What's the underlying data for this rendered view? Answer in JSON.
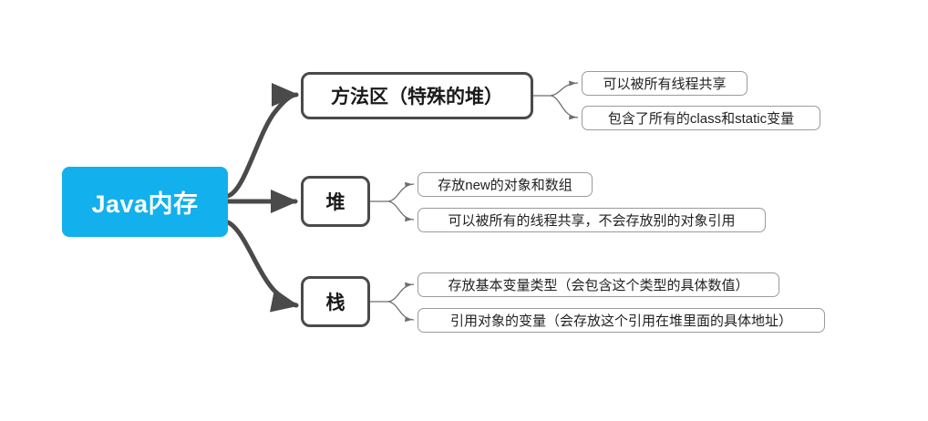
{
  "diagram": {
    "type": "mind-map",
    "title": "Java内存",
    "colors": {
      "root_fill": "#12b0ec",
      "root_text": "#ffffff",
      "branch_border": "#4a4a4a",
      "branch_text": "#1a1a1a",
      "leaf_border": "#9a9a9a",
      "leaf_text": "#222222",
      "edge_thick": "#4a4a4a",
      "edge_thin": "#6e6e6e",
      "background": "#ffffff"
    },
    "root": {
      "label": "Java内存"
    },
    "branches": [
      {
        "label": "方法区（特殊的堆）",
        "children": [
          {
            "label": "可以被所有线程共享"
          },
          {
            "label": "包含了所有的class和static变量"
          }
        ]
      },
      {
        "label": "堆",
        "children": [
          {
            "label": "存放new的对象和数组"
          },
          {
            "label": "可以被所有的线程共享，不会存放别的对象引用"
          }
        ]
      },
      {
        "label": "栈",
        "children": [
          {
            "label": "存放基本变量类型（会包含这个类型的具体数值）"
          },
          {
            "label": "引用对象的变量（会存放这个引用在堆里面的具体地址）"
          }
        ]
      }
    ]
  }
}
